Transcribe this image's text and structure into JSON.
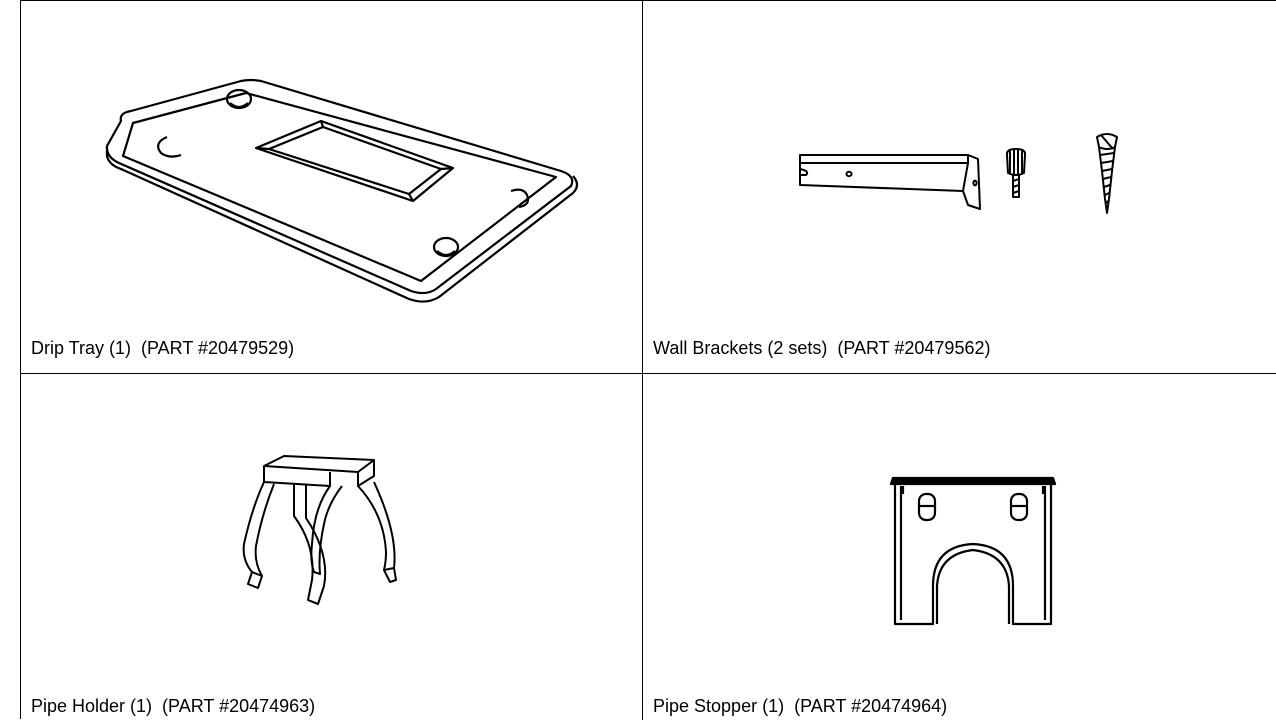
{
  "parts": [
    {
      "caption": "Drip Tray (1)  (PART #20479529)",
      "icon": "drip-tray-icon"
    },
    {
      "caption": "Wall Brackets (2 sets)  (PART #20479562)",
      "icon": "wall-bracket-icon"
    },
    {
      "caption": "Pipe Holder (1)  (PART #20474963)",
      "icon": "pipe-holder-icon"
    },
    {
      "caption": "Pipe Stopper (1)  (PART #20474964)",
      "icon": "pipe-stopper-icon"
    }
  ]
}
